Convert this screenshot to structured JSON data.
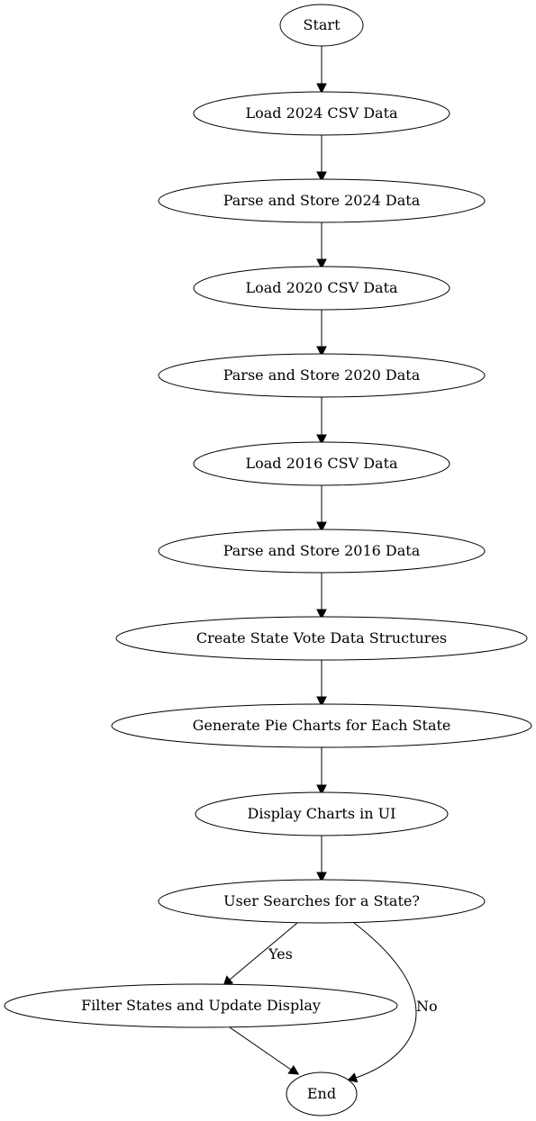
{
  "diagram": {
    "nodes": {
      "start": "Start",
      "load2024": "Load 2024 CSV Data",
      "parse2024": "Parse and Store 2024 Data",
      "load2020": "Load 2020 CSV Data",
      "parse2020": "Parse and Store 2020 Data",
      "load2016": "Load 2016 CSV Data",
      "parse2016": "Parse and Store 2016 Data",
      "create": "Create State Vote Data Structures",
      "generate": "Generate Pie Charts for Each State",
      "display": "Display Charts in UI",
      "decision": "User Searches for a State?",
      "filter": "Filter States and Update Display",
      "end": "End"
    },
    "edge_labels": {
      "yes": "Yes",
      "no": "No"
    }
  }
}
